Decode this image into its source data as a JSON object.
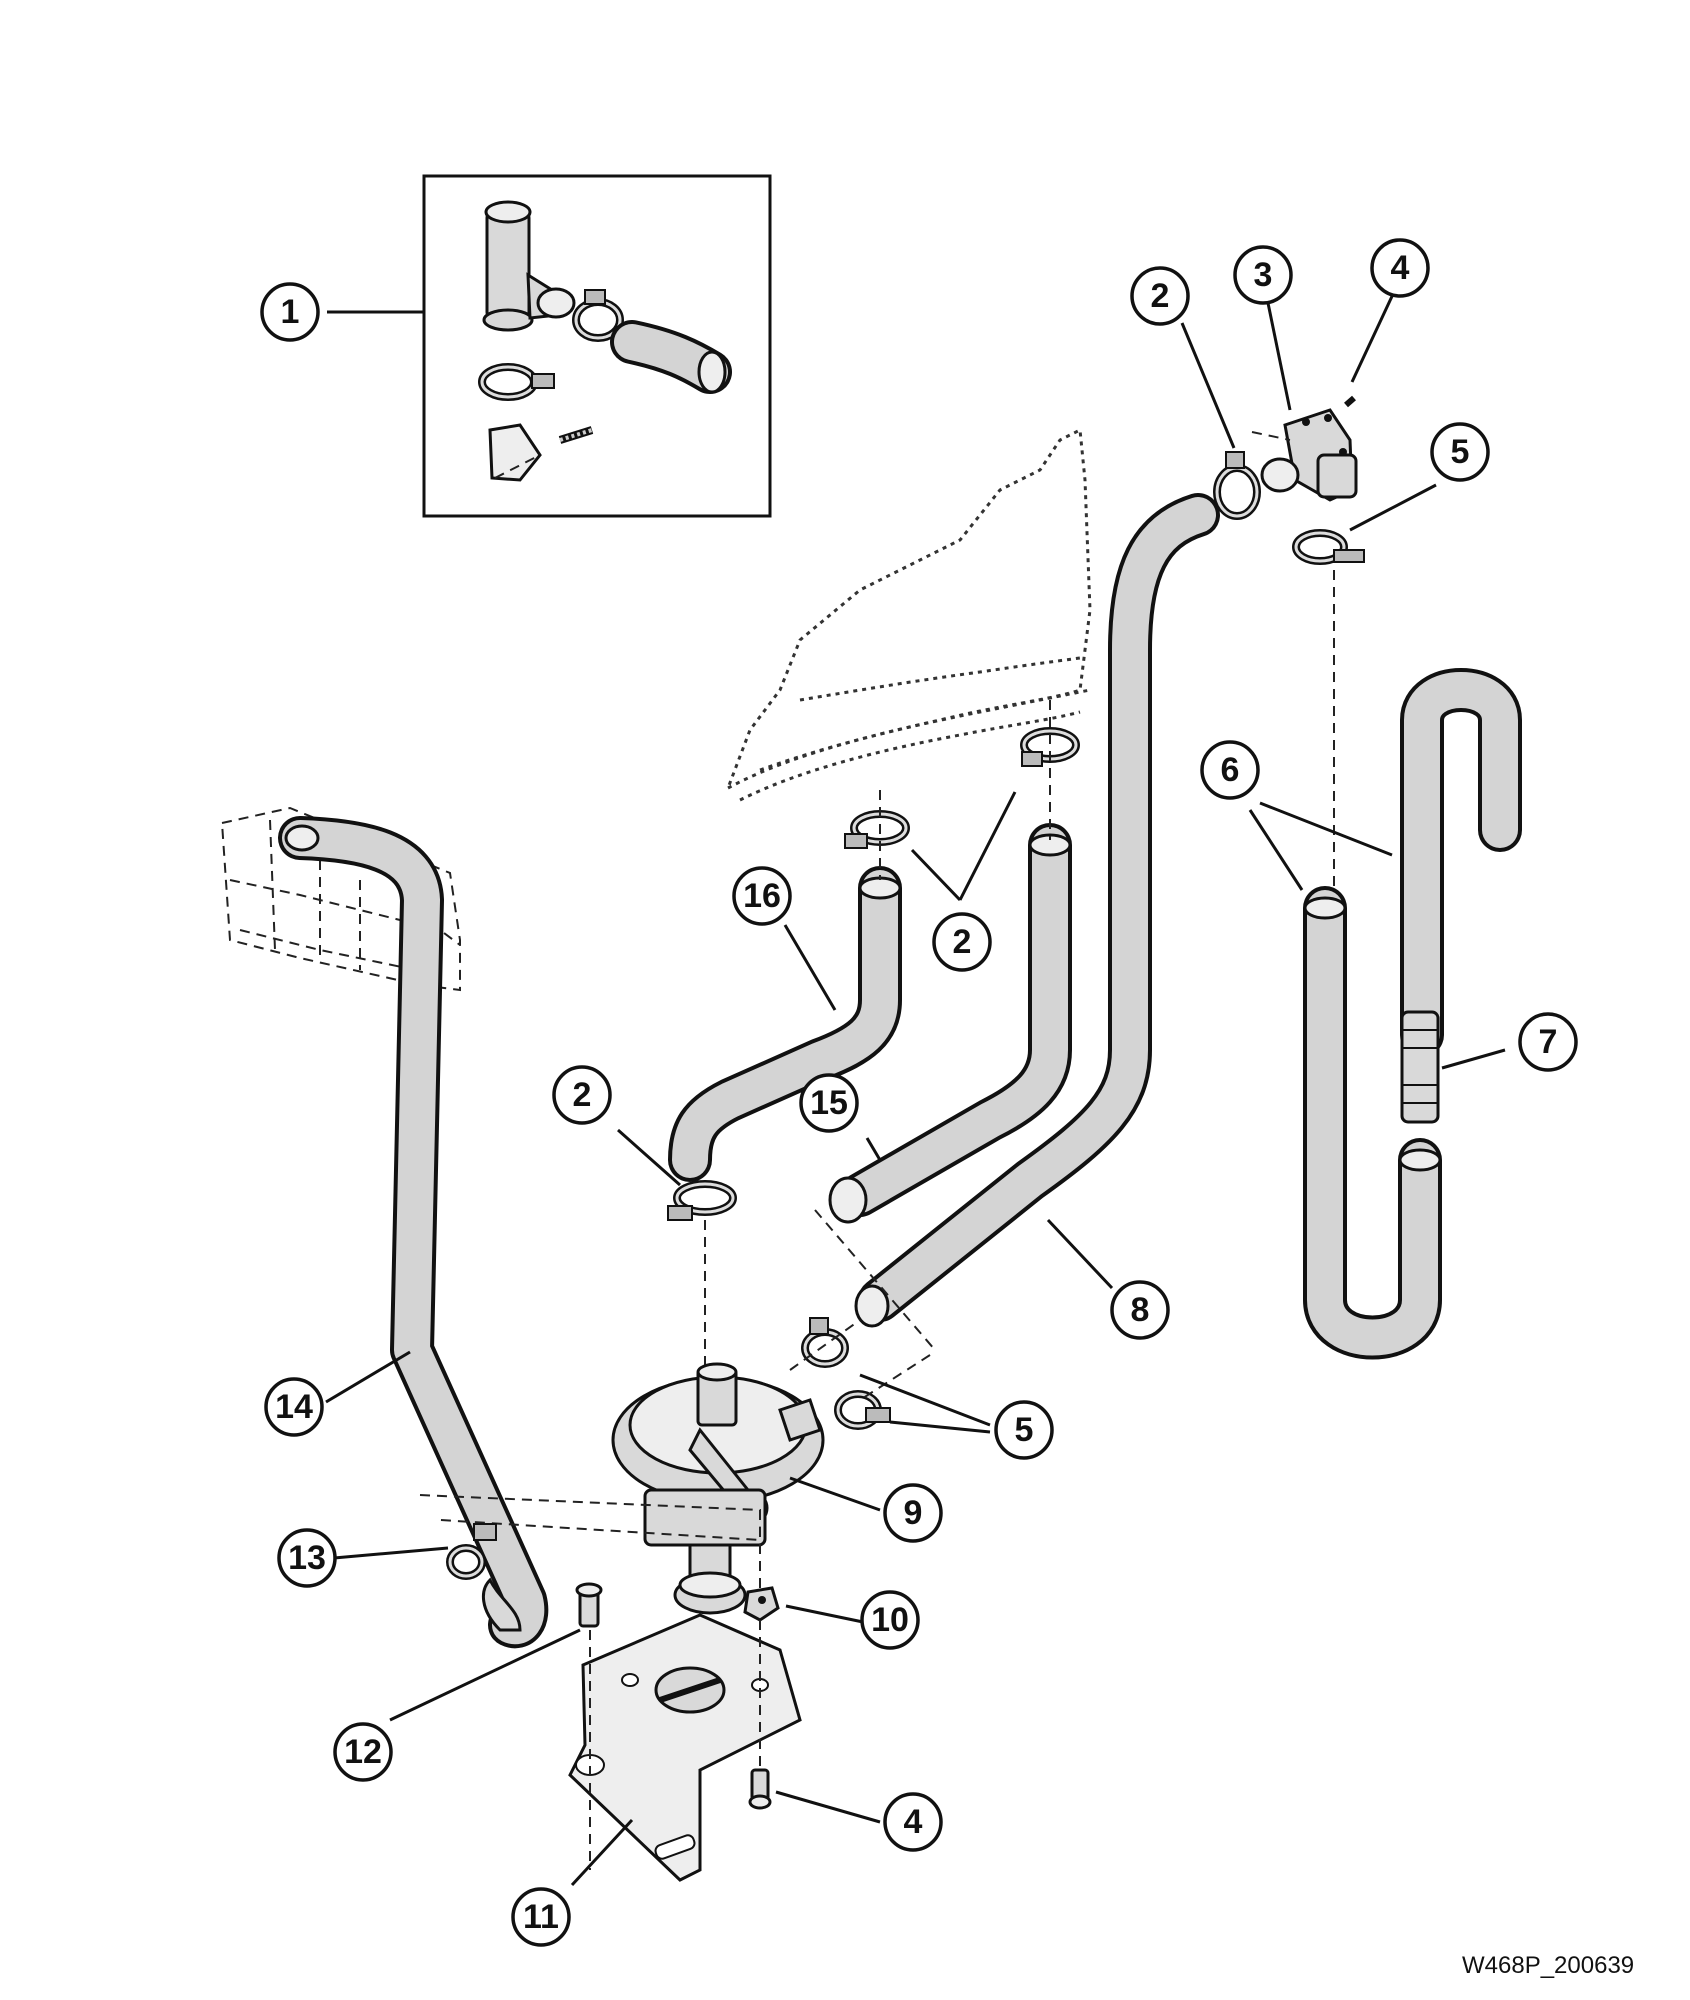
{
  "diagram": {
    "figure_id": "W468P_200639",
    "callouts": [
      {
        "id": "c1",
        "label": "1"
      },
      {
        "id": "c2a",
        "label": "2"
      },
      {
        "id": "c3",
        "label": "3"
      },
      {
        "id": "c4a",
        "label": "4"
      },
      {
        "id": "c5a",
        "label": "5"
      },
      {
        "id": "c6",
        "label": "6"
      },
      {
        "id": "c16",
        "label": "16"
      },
      {
        "id": "c2b",
        "label": "2"
      },
      {
        "id": "c7",
        "label": "7"
      },
      {
        "id": "c2c",
        "label": "2"
      },
      {
        "id": "c15",
        "label": "15"
      },
      {
        "id": "c8",
        "label": "8"
      },
      {
        "id": "c14",
        "label": "14"
      },
      {
        "id": "c5b",
        "label": "5"
      },
      {
        "id": "c9",
        "label": "9"
      },
      {
        "id": "c13",
        "label": "13"
      },
      {
        "id": "c10",
        "label": "10"
      },
      {
        "id": "c12",
        "label": "12"
      },
      {
        "id": "c4b",
        "label": "4"
      },
      {
        "id": "c11",
        "label": "11"
      }
    ]
  }
}
